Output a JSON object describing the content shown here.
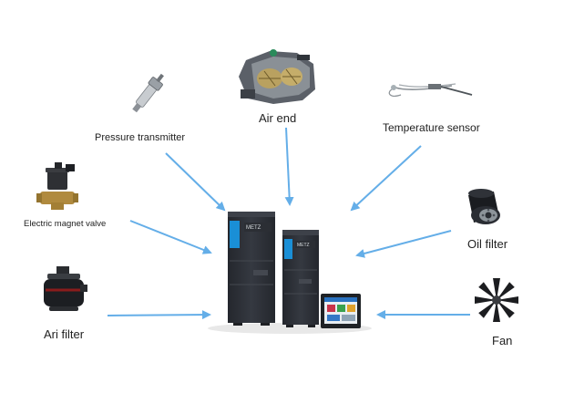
{
  "title": "",
  "components": {
    "pressure_transmitter": "Pressure transmitter",
    "air_end": "Air end",
    "temperature_sensor": "Temperature sensor",
    "electric_magnet_valve": "Electric magnet valve",
    "oil_filter": "Oil filter",
    "ari_filter": "Ari filter",
    "fan": "Fan"
  },
  "inverter_brand": "METZ",
  "colors": {
    "arrow": "#64aee8",
    "cabinet": "#2e3138",
    "cabinet_panel": "#3a3e46",
    "accent_blue": "#1a8fd6",
    "label_text": "#222222"
  },
  "icons": {
    "center": "inverter-cabinets-icon",
    "hmi": "touch-screen-hmi-icon"
  }
}
